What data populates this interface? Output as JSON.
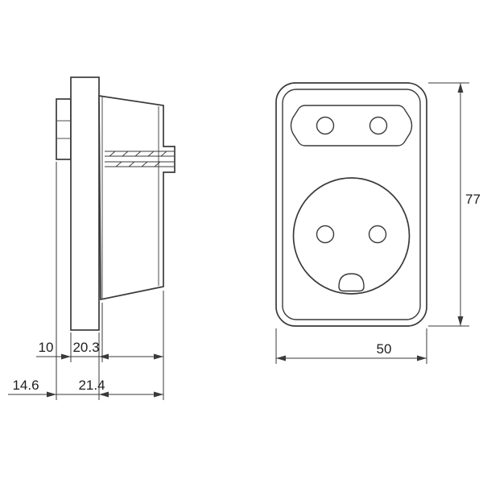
{
  "colors": {
    "background": "#ffffff",
    "line": "#3a3a3a",
    "text": "#1e1e1e"
  },
  "drawing": {
    "dimensions": {
      "plate_thickness": "10",
      "front_depth": "20.3",
      "back_depth": "14.6",
      "total_depth": "21.4",
      "front_height": "77",
      "front_width": "50"
    }
  }
}
